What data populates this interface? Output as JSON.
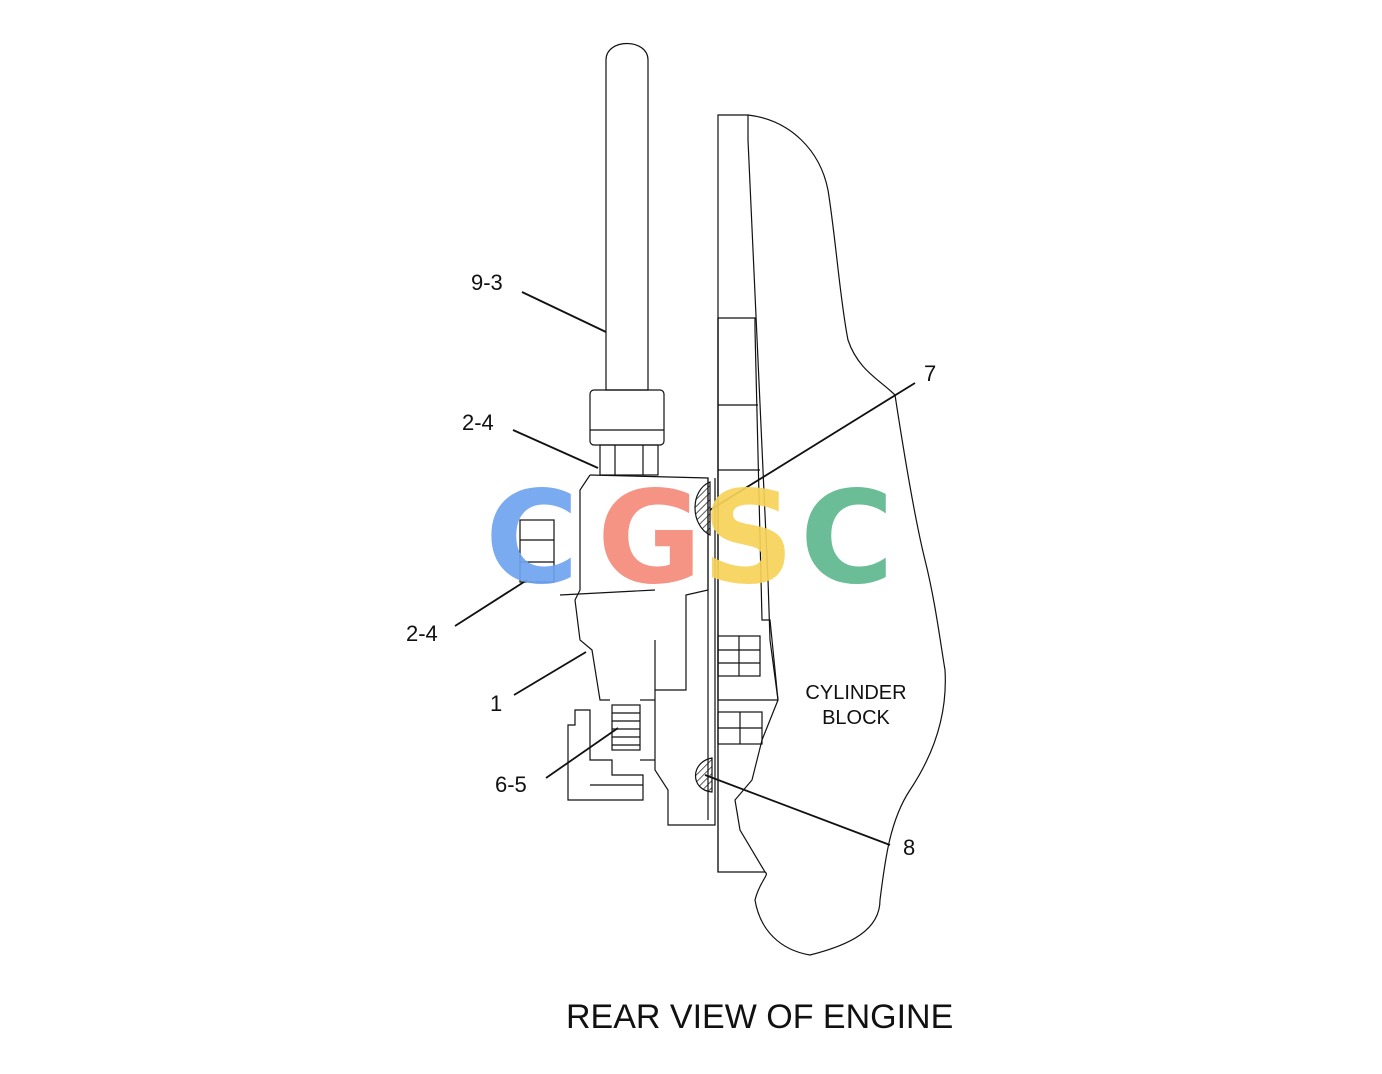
{
  "callouts": {
    "tube_top": "9-3",
    "fitting_upper": "2-4",
    "fitting_left": "2-4",
    "housing": "1",
    "gear": "6-5",
    "seal_upper": "7",
    "seal_lower": "8"
  },
  "block_label": {
    "line1": "CYLINDER",
    "line2": "BLOCK"
  },
  "caption": "REAR VIEW OF ENGINE",
  "watermark": {
    "letters": [
      "C",
      "G",
      "S",
      "C"
    ],
    "colors": [
      "#6fa3ef",
      "#f58a7a",
      "#f7d35a",
      "#5fb88f"
    ]
  }
}
